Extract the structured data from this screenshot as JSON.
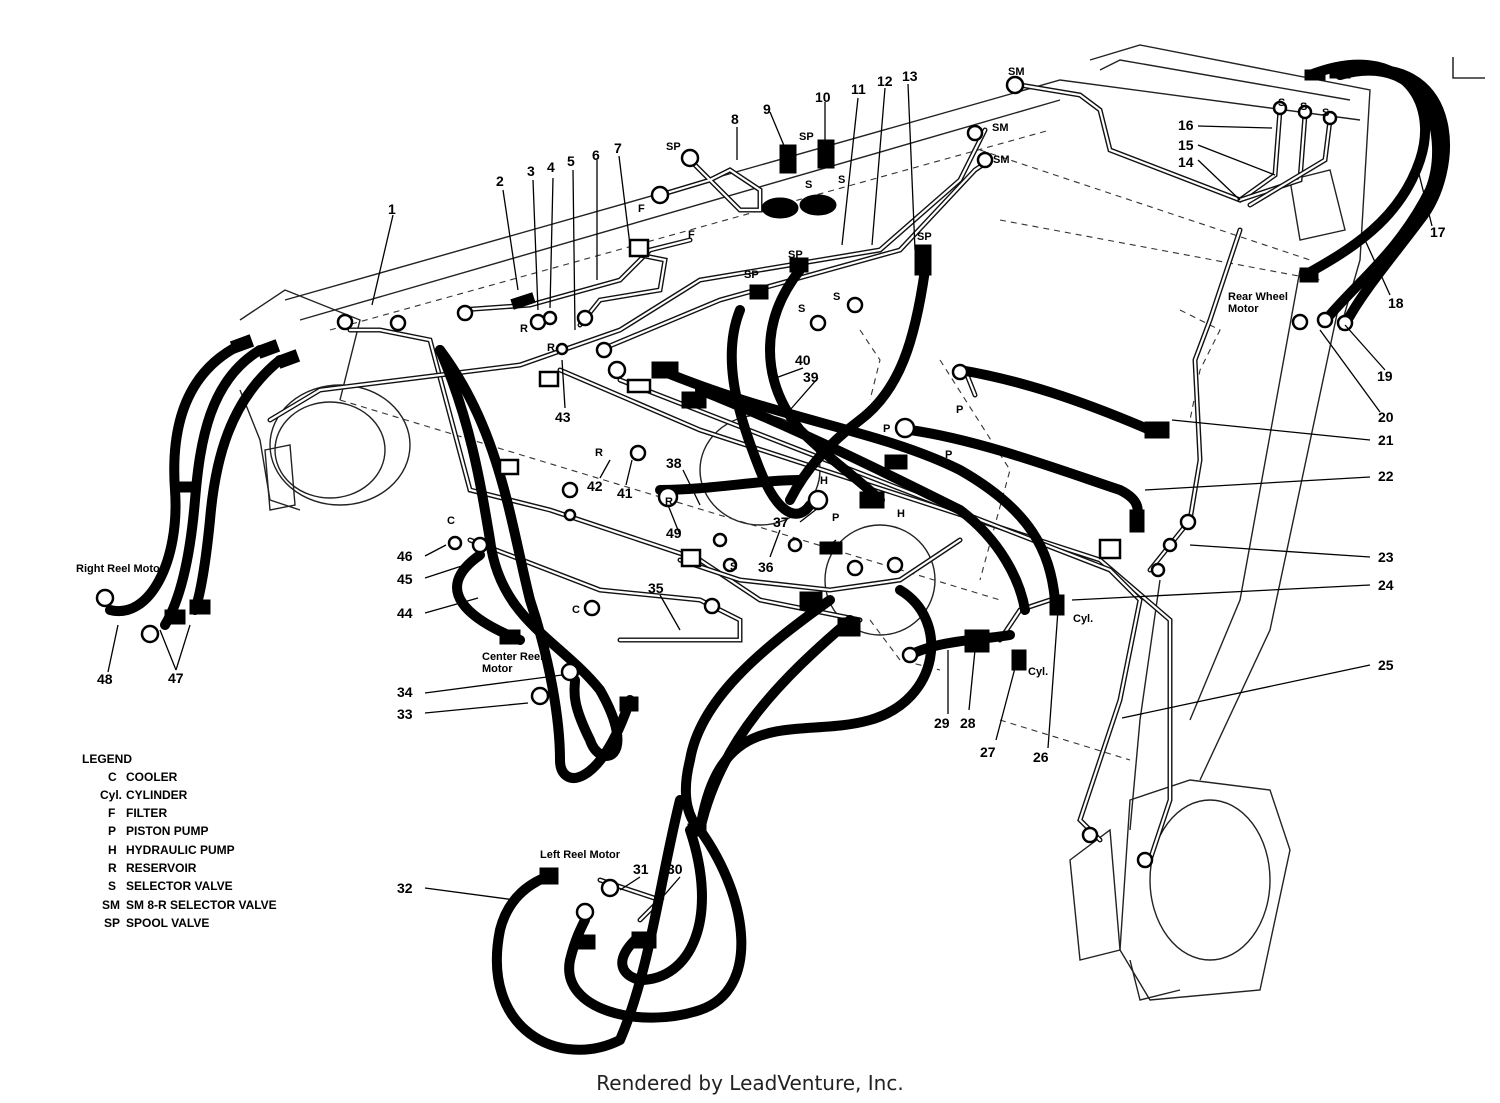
{
  "callouts": [
    "1",
    "2",
    "3",
    "4",
    "5",
    "6",
    "7",
    "8",
    "9",
    "10",
    "11",
    "12",
    "13",
    "14",
    "15",
    "16",
    "17",
    "18",
    "19",
    "20",
    "21",
    "22",
    "23",
    "24",
    "25",
    "26",
    "27",
    "28",
    "29",
    "30",
    "31",
    "32",
    "33",
    "34",
    "35",
    "36",
    "37",
    "38",
    "39",
    "40",
    "41",
    "42",
    "43",
    "44",
    "45",
    "46",
    "47",
    "48",
    "49"
  ],
  "component_labels": {
    "right_reel_motor": "Right Reel Motor",
    "center_reel_motor": "Center Reel\nMotor",
    "left_reel_motor": "Left Reel Motor",
    "rear_wheel_motor": "Rear Wheel\nMotor"
  },
  "port_codes": {
    "sm": "SM",
    "sp": "SP",
    "s": "S",
    "f": "F",
    "r": "R",
    "p": "P",
    "h": "H",
    "c": "C",
    "cyl": "Cyl."
  },
  "legend": {
    "title": "LEGEND",
    "items": [
      {
        "code": "C",
        "desc": "COOLER"
      },
      {
        "code": "Cyl.",
        "desc": "CYLINDER"
      },
      {
        "code": "F",
        "desc": "FILTER"
      },
      {
        "code": "P",
        "desc": "PISTON PUMP"
      },
      {
        "code": "H",
        "desc": "HYDRAULIC PUMP"
      },
      {
        "code": "R",
        "desc": "RESERVOIR"
      },
      {
        "code": "S",
        "desc": "SELECTOR VALVE"
      },
      {
        "code": "SM",
        "desc": "SM 8-R SELECTOR VALVE"
      },
      {
        "code": "SP",
        "desc": "SPOOL VALVE"
      }
    ]
  },
  "footer": "Rendered by LeadVenture, Inc."
}
